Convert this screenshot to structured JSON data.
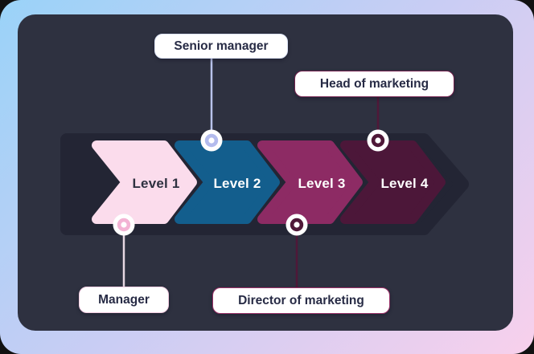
{
  "card": {
    "gradient": {
      "from": "#9ad3f8",
      "mid": "#c9cdf4",
      "to": "#f8d0ec"
    },
    "panel_bg": "#2e3140"
  },
  "process": {
    "band_color": "#232534",
    "levels": [
      {
        "label": "Level 1",
        "fill": "#fbdcec",
        "text_color": "#2e3140"
      },
      {
        "label": "Level 2",
        "fill": "#135e8d",
        "text_color": "#ffffff"
      },
      {
        "label": "Level 3",
        "fill": "#8d2b64",
        "text_color": "#ffffff"
      },
      {
        "label": "Level 4",
        "fill": "#4c1739",
        "text_color": "#ffffff"
      }
    ]
  },
  "callouts": [
    {
      "label": "Senior manager",
      "target": "Level 2",
      "position": "top",
      "line_color": "#b9c3ec",
      "ring_color": "#b3bbed",
      "border_color": "#dde4f7",
      "text_color": "#272b45"
    },
    {
      "label": "Head of marketing",
      "target": "Level 4",
      "position": "top",
      "line_color": "#4f1838",
      "ring_color": "#4f1838",
      "border_color": "#73224e",
      "text_color": "#272b45"
    },
    {
      "label": "Manager",
      "target": "Level 1",
      "position": "bottom",
      "line_color": "#e6d7e2",
      "ring_color": "#f3b3d4",
      "border_color": "#f2cde1",
      "text_color": "#272b45"
    },
    {
      "label": "Director of marketing",
      "target": "Level 3",
      "position": "bottom",
      "line_color": "#4f1838",
      "ring_color": "#4f1838",
      "border_color": "#9b3168",
      "text_color": "#272b45"
    }
  ]
}
